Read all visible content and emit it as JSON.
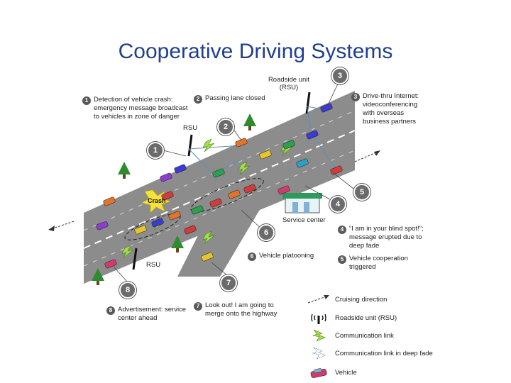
{
  "title": "Cooperative Driving Systems",
  "annotations": [
    {
      "num": "1",
      "text": "Detection of vehicle crash: emergency message broadcast to vehicles in zone of danger"
    },
    {
      "num": "2",
      "text": "Passing lane closed"
    },
    {
      "num": "3",
      "text": "Drive-thru Internet: videoconferencing with overseas business partners"
    },
    {
      "num": "4",
      "text": "“I am in your blind spot!”; message erupted due to deep fade"
    },
    {
      "num": "5",
      "text": "Vehicle cooperation triggered"
    },
    {
      "num": "6",
      "text": "Vehicle platooning"
    },
    {
      "num": "7",
      "text": "Look out! I am going to merge onto the highway"
    },
    {
      "num": "8",
      "text": "Advertisement: service center ahead"
    }
  ],
  "diagram_labels": {
    "rsu_top": "Roadside unit (RSU)",
    "rsu_mid": "RSU",
    "rsu_bottom": "RSU",
    "crash": "Crash",
    "service_center": "Service center"
  },
  "markers": [
    "1",
    "2",
    "3",
    "4",
    "5",
    "6",
    "7",
    "8"
  ],
  "legend": [
    {
      "label": "Cruising direction",
      "icon": "arrow-icon"
    },
    {
      "label": "Roadside unit (RSU)",
      "icon": "antenna-icon"
    },
    {
      "label": "Communication link",
      "icon": "lightning-icon"
    },
    {
      "label": "Communication link in deep fade",
      "icon": "faded-lightning-icon"
    },
    {
      "label": "Vehicle",
      "icon": "car-icon"
    }
  ],
  "colors": {
    "title": "#1f3f8f",
    "road": "#8a8a8a",
    "link": "#8fd13f",
    "marker": "#6b6b6b"
  }
}
